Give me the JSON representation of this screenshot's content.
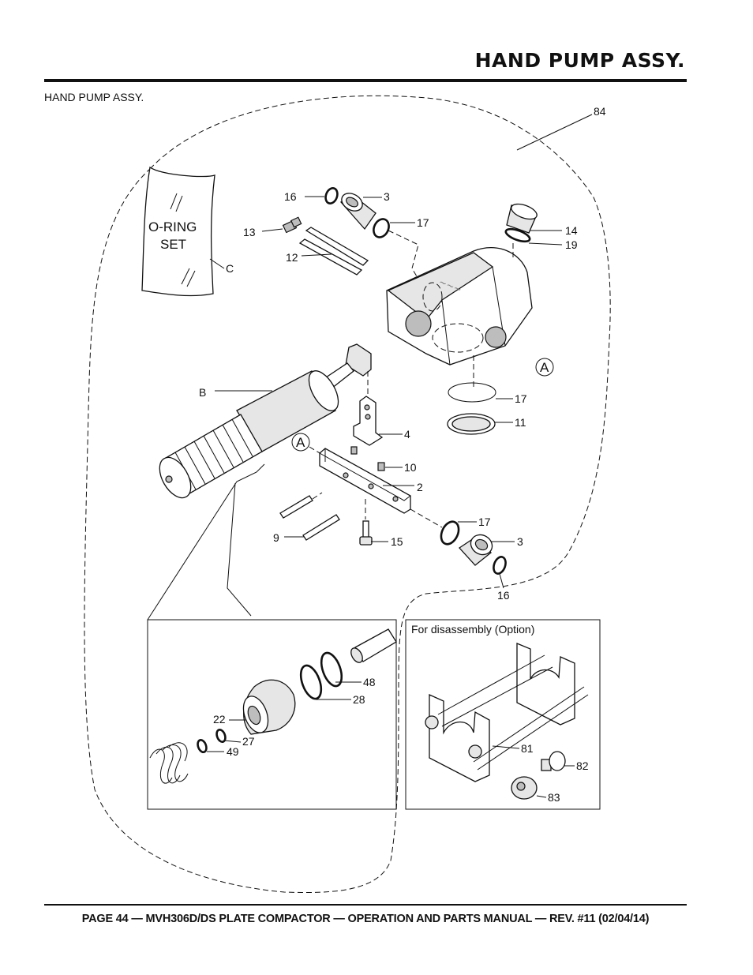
{
  "header": {
    "title": "HAND PUMP ASSY."
  },
  "section_label": "HAND PUMP ASSY.",
  "diagram": {
    "assembly_callout": "84",
    "oring_set": {
      "line1": "O-RING",
      "line2": "SET",
      "callout": "C"
    },
    "letters": {
      "b": "B",
      "a_housing": "A",
      "a_cylinder": "A"
    },
    "callouts": {
      "p16_top": "16",
      "p3_top": "3",
      "p17_top": "17",
      "p13": "13",
      "p12": "12",
      "p14": "14",
      "p19": "19",
      "p17_mid": "17",
      "p11": "11",
      "p4": "4",
      "p10": "10",
      "p2": "2",
      "p9": "9",
      "p15": "15",
      "p17_bottom": "17",
      "p3_bottom": "3",
      "p16_bottom": "16",
      "p48": "48",
      "p28": "28",
      "p22": "22",
      "p27": "27",
      "p49": "49",
      "p81": "81",
      "p82": "82",
      "p83": "83"
    },
    "option_box": {
      "title": "For disassembly (Option)"
    }
  },
  "footer": {
    "text": "PAGE 44 — MVH306D/DS PLATE COMPACTOR — OPERATION AND PARTS MANUAL — REV. #11 (02/04/14)"
  }
}
